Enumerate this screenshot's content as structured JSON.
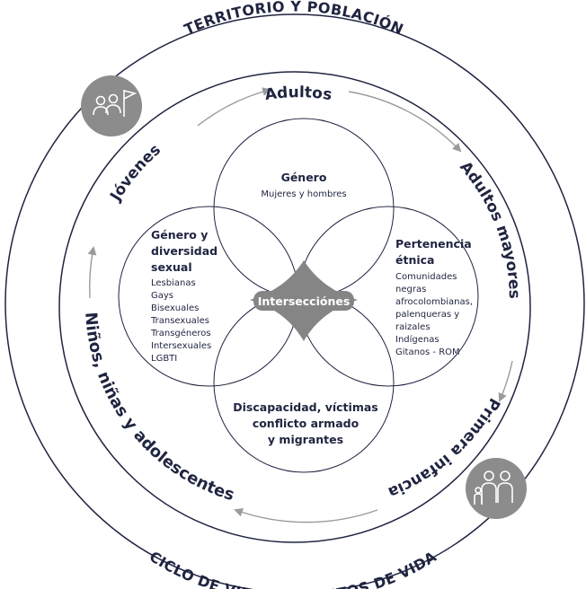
{
  "outer_ring": {
    "top_label": "TERRITORIO Y POBLACIÓN",
    "bottom_label": "CICLO DE VIDA, TRAYECTOS DE VIDA"
  },
  "life_stages": {
    "adultos": "Adultos",
    "adultos_mayores": "Adultos mayores",
    "primera_infancia": "Primera infancia",
    "ninos": "Niños, niñas y adolescentes",
    "jovenes": "Jóvenes"
  },
  "circles": {
    "genero": {
      "title": "Género",
      "subtitle": "Mujeres y hombres"
    },
    "diversidad": {
      "title_lines": [
        "Género y",
        "diversidad",
        "sexual"
      ],
      "items": [
        "Lesbianas",
        "Gays",
        "Bisexuales",
        "Transexuales",
        "Transgéneros",
        "Intersexuales",
        "LGBTI"
      ]
    },
    "etnica": {
      "title_lines": [
        "Pertenencia",
        "étnica"
      ],
      "items": [
        "Comunidades",
        "negras",
        "afrocolombianas,",
        "palenqueras y",
        "raizales",
        "Indígenas",
        "Gitanos - ROM"
      ]
    },
    "discapacidad": {
      "title_lines": [
        "Discapacidad, víctimas",
        "conflicto armado",
        "y migrantes"
      ]
    }
  },
  "center": {
    "label": "Intersecciónes"
  },
  "icons": [
    "people-with-flag-icon",
    "family-group-icon"
  ],
  "colors": {
    "text": "#1f2440",
    "ring_stroke": "#1f2440",
    "arrow": "#9b9b9b",
    "icon_bg": "#8c8c8c",
    "center_fill": "#858585"
  }
}
